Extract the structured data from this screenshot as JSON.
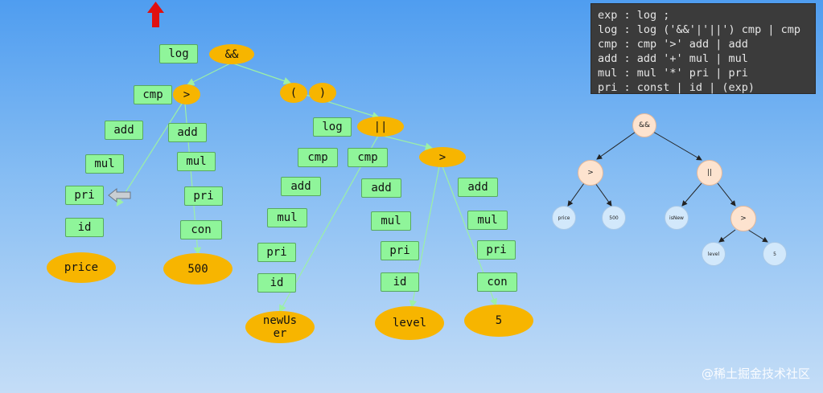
{
  "parse_tree": {
    "nodes": {
      "log1": "log",
      "and": "&&",
      "cmp1": "cmp",
      "gt1": ">",
      "lp": "(",
      "rp": ")",
      "add1": "add",
      "add2": "add",
      "mul1": "mul",
      "mul2": "mul",
      "pri1": "pri",
      "pri2": "pri",
      "id1": "id",
      "con1": "con",
      "price": "price",
      "n500": "500",
      "log2": "log",
      "or": "||",
      "cmp2": "cmp",
      "cmp3": "cmp",
      "gt2": ">",
      "add3": "add",
      "add4": "add",
      "add5": "add",
      "mul3": "mul",
      "mul4": "mul",
      "mul5": "mul",
      "pri3": "pri",
      "pri4": "pri",
      "pri5": "pri",
      "id2": "id",
      "id3": "id",
      "con2": "con",
      "newUser": "newUs er",
      "level": "level",
      "n5": "5"
    }
  },
  "grammar": {
    "lines": [
      "exp : log ;",
      "log : log ('&&'|'||') cmp | cmp",
      "cmp : cmp '>' add | add",
      "add : add '+' mul | mul",
      "mul : mul '*' pri | pri",
      "pri : const | id | (exp)"
    ]
  },
  "ast": {
    "and": "&&",
    "gt1": ">",
    "or": "||",
    "price": "price",
    "n500": "500",
    "isNew": "isNew",
    "gt2": ">",
    "level": "level",
    "n5": "5"
  },
  "watermark": "@稀土掘金技术社区",
  "colors": {
    "rect_fill": "#8ff59a",
    "oval_fill": "#f7b500",
    "edge": "#9cf0a6",
    "up_arrow": "#e01010",
    "grammar_bg": "#3b3b3b"
  },
  "icons": {
    "up_arrow": "up-arrow-icon",
    "left_arrow": "left-arrow-icon"
  }
}
